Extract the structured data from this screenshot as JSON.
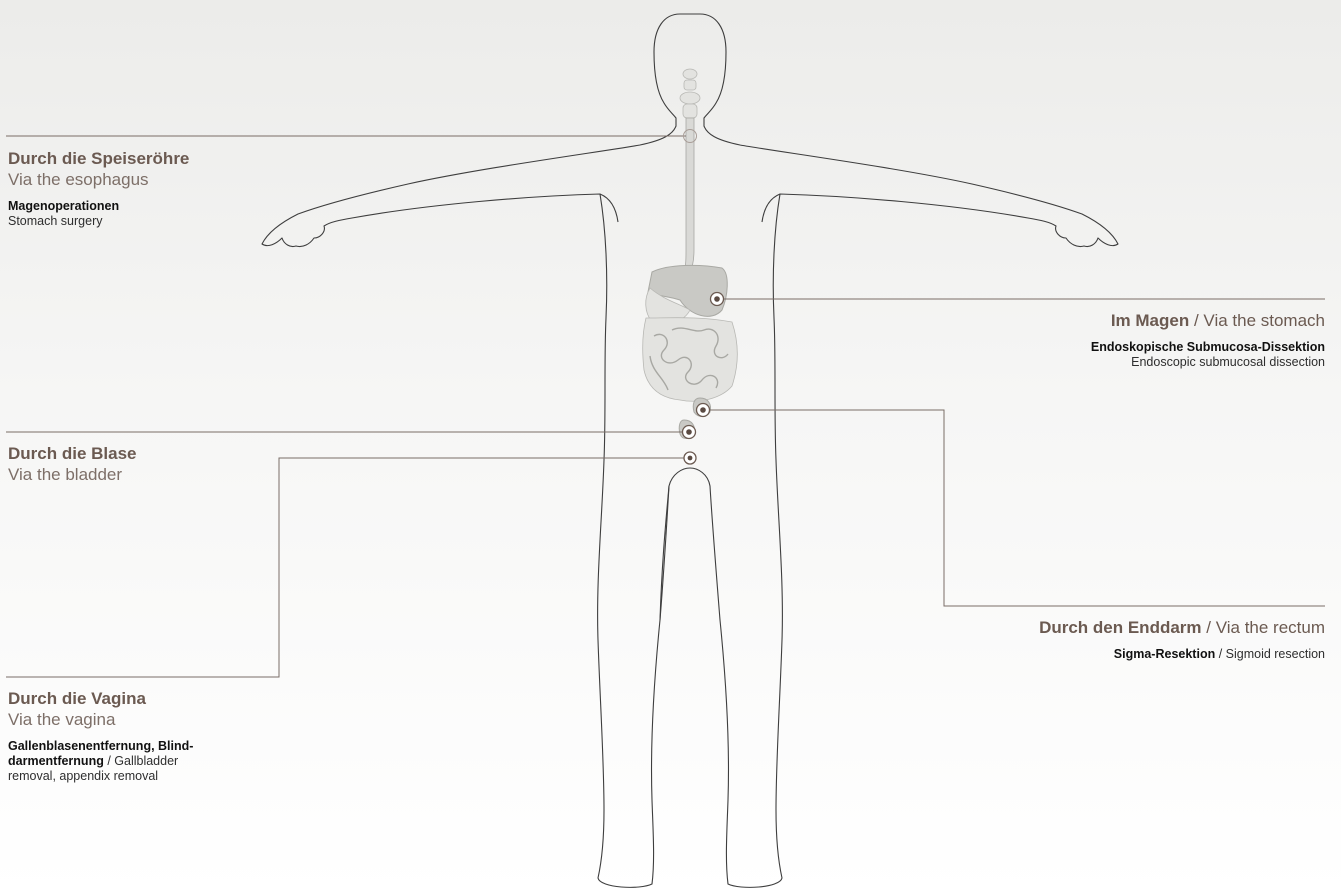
{
  "access_routes": [
    {
      "id": "esophagus",
      "heading_de": "Durch die Speiseröhre",
      "heading_en": "Via the esophagus",
      "procedure_de": "Magenoperationen",
      "procedure_en": "Stomach surgery"
    },
    {
      "id": "stomach",
      "heading_de": "Im Magen",
      "heading_sep": " / ",
      "heading_en": "Via the stomach",
      "procedure_de": "Endoskopische Submucosa-Dissektion",
      "procedure_en": "Endoscopic submucosal dissection"
    },
    {
      "id": "bladder",
      "heading_de": "Durch die Blase",
      "heading_en": "Via the bladder"
    },
    {
      "id": "rectum",
      "heading_de": "Durch den Enddarm",
      "heading_sep": " / ",
      "heading_en": "Via the rectum",
      "procedure_de": "Sigma-Resektion",
      "procedure_sep": " / ",
      "procedure_en": "Sigmoid resection"
    },
    {
      "id": "vagina",
      "heading_de": "Durch die Vagina",
      "heading_en": "Via the vagina",
      "procedure_de_line1": "Gallenblasenentfernung, Blind-",
      "procedure_de_line2": "darmentfernung",
      "procedure_sep": " / ",
      "procedure_en_line1": "Gallbladder",
      "procedure_en_line2": "removal, appendix removal"
    }
  ],
  "colors": {
    "heading": "#6b5a51",
    "leader_line": "#7a6d67",
    "body_outline": "#3e3e3e",
    "organs": "#c9c9c5"
  }
}
